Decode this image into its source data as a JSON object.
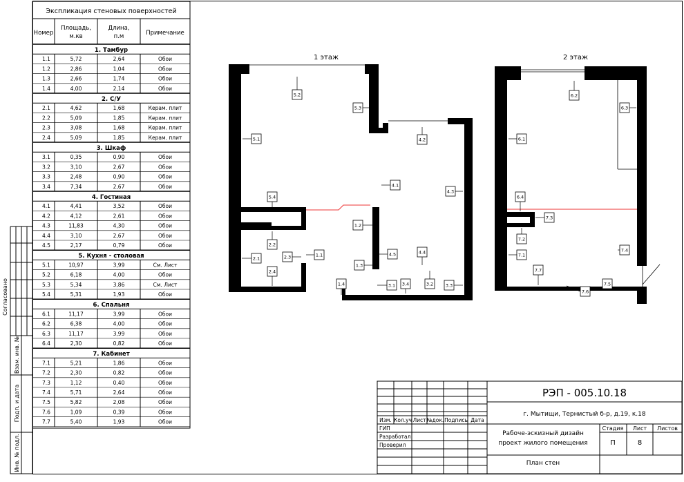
{
  "table": {
    "title": "Экспликация стеновых поверхностей",
    "headers": [
      "Номер",
      "Площадь, м.кв",
      "Длина, п.м",
      "Примечание"
    ],
    "sections": [
      {
        "name": "1. Тамбур",
        "rows": [
          [
            "1.1",
            "5,72",
            "2,64",
            "Обои"
          ],
          [
            "1.2",
            "2,86",
            "1,04",
            "Обои"
          ],
          [
            "1.3",
            "2,66",
            "1,74",
            "Обои"
          ],
          [
            "1.4",
            "4,00",
            "2,14",
            "Обои"
          ]
        ]
      },
      {
        "name": "2. С/У",
        "rows": [
          [
            "2.1",
            "4,62",
            "1,68",
            "Керам. плит"
          ],
          [
            "2.2",
            "5,09",
            "1,85",
            "Керам. плит"
          ],
          [
            "2.3",
            "3,08",
            "1,68",
            "Керам. плит"
          ],
          [
            "2.4",
            "5,09",
            "1,85",
            "Керам. плит"
          ]
        ]
      },
      {
        "name": "3. Шкаф",
        "rows": [
          [
            "3.1",
            "0,35",
            "0,90",
            "Обои"
          ],
          [
            "3.2",
            "3,10",
            "2,67",
            "Обои"
          ],
          [
            "3.3",
            "2,48",
            "0,90",
            "Обои"
          ],
          [
            "3.4",
            "7,34",
            "2,67",
            "Обои"
          ]
        ]
      },
      {
        "name": "4. Гостиная",
        "rows": [
          [
            "4.1",
            "4,41",
            "3,52",
            "Обои"
          ],
          [
            "4.2",
            "4,12",
            "2,61",
            "Обои"
          ],
          [
            "4.3",
            "11,83",
            "4,30",
            "Обои"
          ],
          [
            "4.4",
            "3,10",
            "2,67",
            "Обои"
          ],
          [
            "4.5",
            "2,17",
            "0,79",
            "Обои"
          ]
        ]
      },
      {
        "name": "5. Кухня - столовая",
        "rows": [
          [
            "5.1",
            "10,97",
            "3,99",
            "См. Лист"
          ],
          [
            "5.2",
            "6,18",
            "4,00",
            "Обои"
          ],
          [
            "5.3",
            "5,34",
            "3,86",
            "См. Лист"
          ],
          [
            "5.4",
            "5,31",
            "1,93",
            "Обои"
          ]
        ]
      },
      {
        "name": "6. Спальня",
        "rows": [
          [
            "6.1",
            "11,17",
            "3,99",
            "Обои"
          ],
          [
            "6.2",
            "6,38",
            "4,00",
            "Обои"
          ],
          [
            "6.3",
            "11,17",
            "3,99",
            "Обои"
          ],
          [
            "6.4",
            "2,30",
            "0,82",
            "Обои"
          ]
        ]
      },
      {
        "name": "7. Кабинет",
        "rows": [
          [
            "7.1",
            "5,21",
            "1,86",
            "Обои"
          ],
          [
            "7.2",
            "2,30",
            "0,82",
            "Обои"
          ],
          [
            "7.3",
            "1,12",
            "0,40",
            "Обои"
          ],
          [
            "7.4",
            "5,71",
            "2,64",
            "Обои"
          ],
          [
            "7.5",
            "5,82",
            "2,08",
            "Обои"
          ],
          [
            "7.6",
            "1,09",
            "0,39",
            "Обои"
          ],
          [
            "7.7",
            "5,40",
            "1,93",
            "Обои"
          ]
        ]
      }
    ]
  },
  "margin": {
    "agreed": "Согласовано",
    "fields": [
      "Взам. инв. №",
      "Подп. и дата",
      "Инв. № подл."
    ]
  },
  "floors": {
    "floor1": {
      "title": "1 этаж",
      "labels": [
        "5.2",
        "5.3",
        "4.2",
        "5.1",
        "4.1",
        "4.3",
        "5.4",
        "1.2",
        "2.2",
        "2.1",
        "2.3",
        "1.1",
        "4.5",
        "4.4",
        "1.3",
        "2.4",
        "1.4",
        "3.1",
        "3.4",
        "3.2",
        "3.3"
      ]
    },
    "floor2": {
      "title": "2 этаж",
      "labels": [
        "6.2",
        "6.3",
        "6.1",
        "6.4",
        "7.3",
        "7.2",
        "7.1",
        "7.4",
        "7.7",
        "7.6",
        "7.5"
      ]
    }
  },
  "stamp": {
    "code": "РЭП - 005.10.18",
    "address": "г. Мытищи, Тернистый б-р, д.19, к.18",
    "header_cols": [
      "Изм.",
      "Кол.уч",
      "Лист",
      "№док.",
      "Подпись",
      "Дата"
    ],
    "roles": [
      "ГИП",
      "Разработал",
      "Проверил"
    ],
    "project_line1": "Рабоче-эскизный дизайн",
    "project_line2": "проект жилого помещения",
    "stage_label": "Стадия",
    "sheet_label": "Лист",
    "sheets_label": "Листов",
    "stage": "П",
    "sheet": "8",
    "sheets": "",
    "drawing_name": "План стен"
  }
}
